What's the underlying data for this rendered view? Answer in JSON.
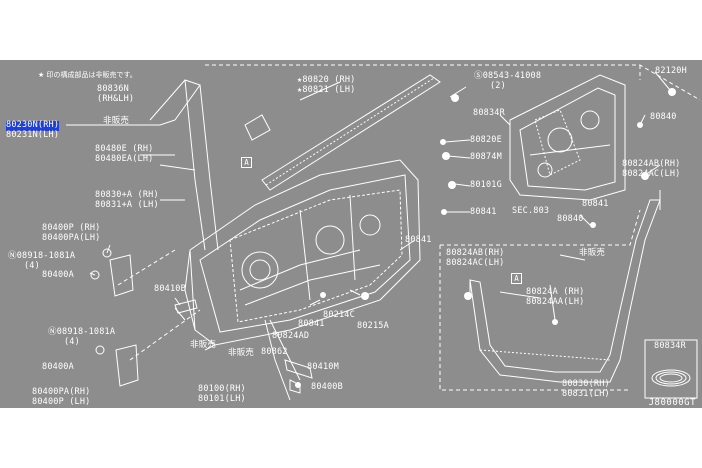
{
  "diagram": {
    "note": "★ 印の構成部品は非販売です。",
    "code": "J80000GT",
    "labels": {
      "p80836n": "80836N\n(RH&LH)",
      "hanbai1": "非販売",
      "p80230n": "80230N(RH)",
      "p80231n": "80231N(LH)",
      "p80480e": "80480E (RH)\n80480EA(LH)",
      "p80830": "80830+A (RH)\n80831+A (LH)",
      "p80820": "★80820 (RH)\n★80821 (LH)",
      "p08543": "Ⓢ08543-41008\n   (2)",
      "p80834r": "80834R",
      "p80820e": "80820E",
      "p80874m": "80874M",
      "p80101g": "80101G",
      "p80841a": "80841",
      "sec803": "SEC.803",
      "p80840b": "80840",
      "p80841b": "80841",
      "p80841c": "80841",
      "p82120h": "82120H",
      "p80840a": "80840",
      "p80824ab": "80824AB(RH)\n80824AC(LH)",
      "p80400p": "80400P (RH)\n80400PA(LH)",
      "p08918a": "Ⓝ08918-1081A\n   (4)",
      "p80400a1": "80400A",
      "p80410b": "80410B",
      "p08918b": "Ⓝ08918-1081A\n   (4)",
      "p80400a2": "80400A",
      "p80400pa": "80400PA(RH)\n80400P (LH)",
      "hanbai2": "非販売",
      "hanbai3": "非販売",
      "p80100": "80100(RH)\n80101(LH)",
      "p80862": "80862",
      "p80410m": "80410M",
      "p80400b": "80400B",
      "p80824ad": "80824AD",
      "p80841d": "80841",
      "p80214c": "80214C",
      "p80215a": "80215A",
      "hanbai4": "非販売",
      "p80824abr": "80824AB(RH)\n80824AC(LH)",
      "p80824a": "80824A (RH)\n80824AA(LH)",
      "p80830b": "80830(RH)\n80831(LH)",
      "p80834r2": "80834R",
      "boxA": "A"
    }
  }
}
